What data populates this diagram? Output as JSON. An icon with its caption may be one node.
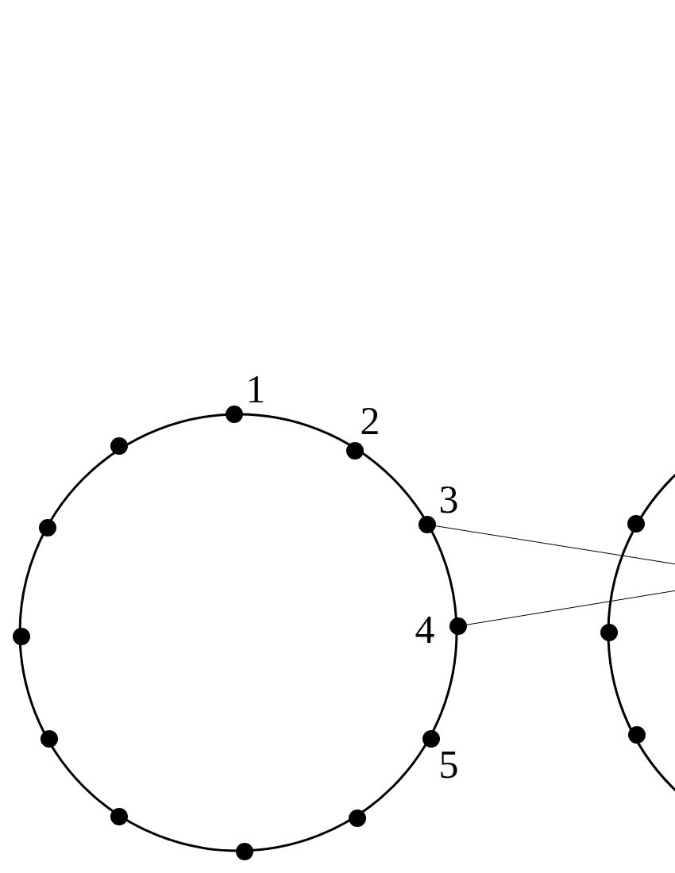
{
  "diagram": {
    "nodes": [
      {
        "text": [],
        "shape": "circle",
        "beside": [
          "1"
        ]
      },
      {
        "text": [],
        "shape": "circle",
        "beside": [
          "2"
        ]
      },
      {
        "text": [],
        "shape": "circle",
        "beside": [
          "3"
        ]
      },
      {
        "text": [],
        "shape": "circle",
        "beside": [
          "4"
        ]
      },
      {
        "text": [],
        "shape": "circle",
        "beside": [
          "5"
        ]
      },
      {
        "text": [],
        "shape": "circle"
      },
      {
        "text": [],
        "shape": "circle"
      },
      {
        "text": [],
        "shape": "circle"
      },
      {
        "text": [],
        "shape": "circle"
      },
      {
        "text": [],
        "shape": "circle"
      },
      {
        "text": [],
        "shape": "circle"
      },
      {
        "text": [],
        "shape": "circle"
      },
      {
        "text": [],
        "shape": "circle"
      },
      {
        "text": [],
        "shape": "circle"
      },
      {
        "text": [],
        "shape": "circle"
      }
    ],
    "edges": [
      {
        "from": 2,
        "to": null,
        "arrow": "none"
      },
      {
        "from": 3,
        "to": null,
        "arrow": "none"
      }
    ]
  }
}
